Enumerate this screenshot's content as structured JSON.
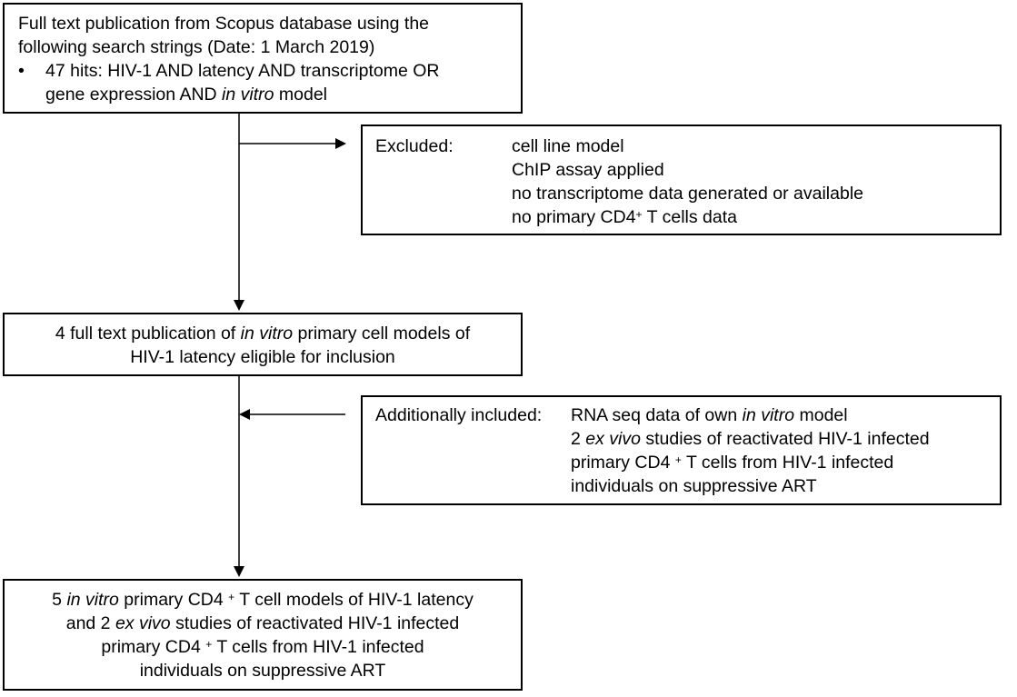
{
  "box1": {
    "line1": "Full text publication from Scopus database using the",
    "line2": "following search strings (Date: 1 March 2019)",
    "bullet": "•",
    "bullet_line1": "47 hits: HIV-1 AND latency AND transcriptome OR",
    "bullet_line2a": "gene expression AND ",
    "bullet_line2_italic": "in vitro",
    "bullet_line2b": " model"
  },
  "excluded": {
    "label": "Excluded:",
    "items": [
      "cell line model",
      "ChIP assay applied",
      "no transcriptome data generated or available"
    ],
    "last_a": "no primary CD4",
    "last_sup": "+",
    "last_b": " T cells data"
  },
  "box3": {
    "line1a": "4 full text publication of ",
    "line1_italic": "in vitro",
    "line1b": " primary cell models of",
    "line2": "HIV-1 latency eligible for inclusion"
  },
  "additional": {
    "label": "Additionally included:",
    "line1a": "RNA seq data of own ",
    "line1_italic": "in vitro",
    "line1b": " model",
    "line2a": "2 ",
    "line2_italic": "ex vivo",
    "line2b": " studies of reactivated HIV-1 infected",
    "line3a": "primary CD4",
    "line3_sup": "+",
    "line3b": " T cells from HIV-1 infected",
    "line4": "individuals on suppressive ART"
  },
  "box5": {
    "line1a": "5 ",
    "line1_italic": "in vitro",
    "line1b": " primary CD4",
    "line1_sup": "+",
    "line1c": " T cell models of HIV-1 latency",
    "line2a": "and 2 ",
    "line2_italic": "ex vivo",
    "line2b": " studies of reactivated HIV-1 infected",
    "line3a": "primary CD4",
    "line3_sup": "+",
    "line3b": " T cells from HIV-1 infected",
    "line4": "individuals on suppressive ART"
  }
}
